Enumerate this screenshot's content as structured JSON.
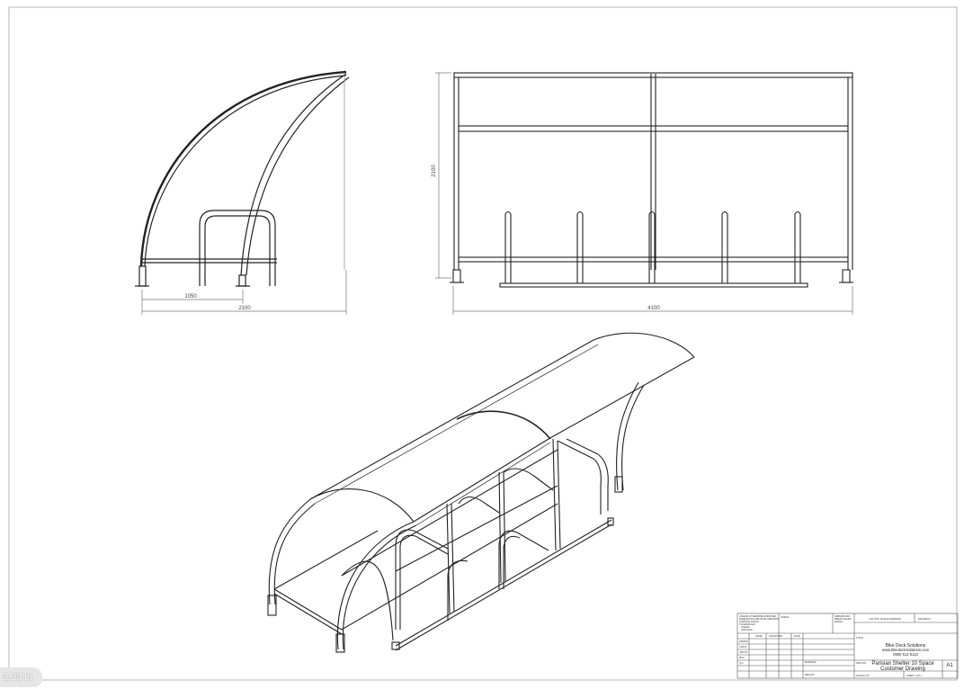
{
  "dimensions": {
    "side_base_width": "1050",
    "side_overall_width": "2100",
    "front_height": "2100",
    "front_overall_width": "4100"
  },
  "title_block": {
    "notes_lines": [
      "UNLESS OTHERWISE SPECIFIED:",
      "DIMENSIONS ARE IN MILLIMETERS",
      "SURFACE FINISH:",
      "TOLERANCES:",
      "LINEAR:",
      "ANGULAR:"
    ],
    "finish_label": "FINISH:",
    "deburr_lines": [
      "DEBURR AND",
      "BREAK SHARP",
      "EDGES"
    ],
    "scale_note": "DO NOT SCALE DRAWING",
    "revision_label": "REVISION",
    "title_label": "TITLE:",
    "col_name": "NAME",
    "col_signature": "SIGNATURE",
    "col_date": "DATE",
    "roles": [
      "DRAWN",
      "CHK'D",
      "APPV'D",
      "MFG",
      "Q.A"
    ],
    "material_label": "MATERIAL:",
    "weight_label": "WEIGHT:",
    "company_name": "Bike Dock Solutions",
    "company_website": "www.bikedocksolutions.com",
    "company_phone": "0800 612 5113",
    "dwg_no_label": "DWG NO.",
    "drawing_title_line1": "Parisian Shelter 10 Space",
    "drawing_title_line2": "Customer Drawing",
    "sheet_size": "A1",
    "scale_label": "SCALE:1:20",
    "sheet_label": "SHEET 1 OF 1"
  },
  "viewer": {
    "zoom_readout": "3.33 in"
  }
}
